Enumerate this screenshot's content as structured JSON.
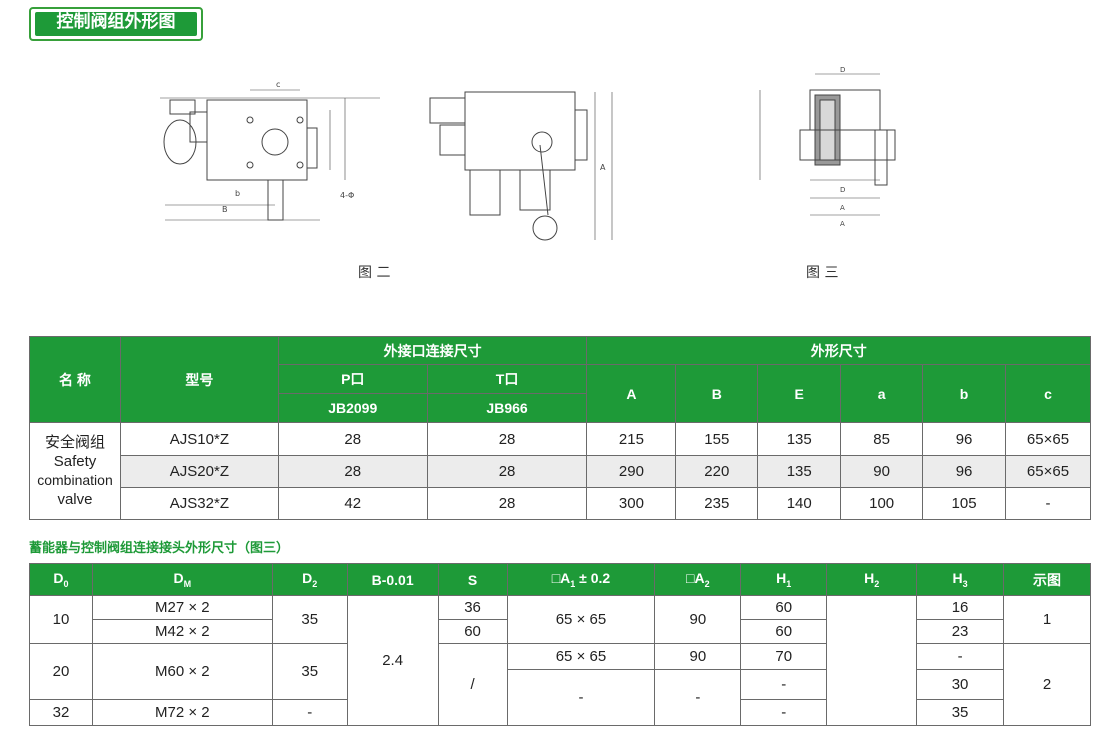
{
  "page_title": "控制阀组外形图",
  "figure_labels": {
    "fig2": "图 二",
    "fig3": "图 三"
  },
  "table1": {
    "headers": {
      "name": "名 称",
      "model": "型号",
      "ext_ports": "外接口连接尺寸",
      "outline": "外形尺寸",
      "p_port": "P口",
      "t_port": "T口",
      "p_std": "JB2099",
      "t_std": "JB966",
      "A": "A",
      "B": "B",
      "E": "E",
      "a": "a",
      "b": "b",
      "c": "c"
    },
    "name_cn": "安全阀组",
    "name_en_1": "Safety",
    "name_en_2": "combination",
    "name_en_3": "valve",
    "rows": [
      {
        "model": "AJS10*Z",
        "P": "28",
        "T": "28",
        "A": "215",
        "B": "155",
        "E": "135",
        "a": "85",
        "b": "96",
        "c": "65×65"
      },
      {
        "model": "AJS20*Z",
        "P": "28",
        "T": "28",
        "A": "290",
        "B": "220",
        "E": "135",
        "a": "90",
        "b": "96",
        "c": "65×65"
      },
      {
        "model": "AJS32*Z",
        "P": "42",
        "T": "28",
        "A": "300",
        "B": "235",
        "E": "140",
        "a": "100",
        "b": "105",
        "c": "-"
      }
    ]
  },
  "section2_title": "蓄能器与控制阀组连接接头外形尺寸（图三）",
  "table2": {
    "headers": {
      "D0": "D",
      "D0_sub": "0",
      "DM": "D",
      "DM_sub": "M",
      "D2": "D",
      "D2_sub": "2",
      "B": "B-0.01",
      "S": "S",
      "A1": "□A",
      "A1_sub": "1",
      "A1_tol": " ± 0.2",
      "A2": "□A",
      "A2_sub": "2",
      "H1": "H",
      "H1_sub": "1",
      "H2": "H",
      "H2_sub": "2",
      "H3": "H",
      "H3_sub": "3",
      "fig": "示图"
    },
    "cells": {
      "d0_1": "10",
      "d0_2": "20",
      "d0_3": "32",
      "dm_1": "M27 × 2",
      "dm_2": "M42 × 2",
      "dm_3": "M60 × 2",
      "dm_4": "M72 × 2",
      "d2_1": "35",
      "d2_2": "35",
      "d2_3": "-",
      "b": "2.4",
      "s_1": "36",
      "s_2": "60",
      "s_3": "/",
      "a1_1": "65 × 65",
      "a1_2": "65 × 65",
      "a1_3": "-",
      "a2_1": "90",
      "a2_2": "90",
      "a2_3": "-",
      "h1_1": "60",
      "h1_2": "60",
      "h1_3": "70",
      "h1_4": "-",
      "h1_5": "-",
      "h3_1": "16",
      "h3_2": "23",
      "h3_3": "-",
      "h3_4": "30",
      "h3_5": "35",
      "fig_1": "1",
      "fig_2": "2"
    }
  }
}
